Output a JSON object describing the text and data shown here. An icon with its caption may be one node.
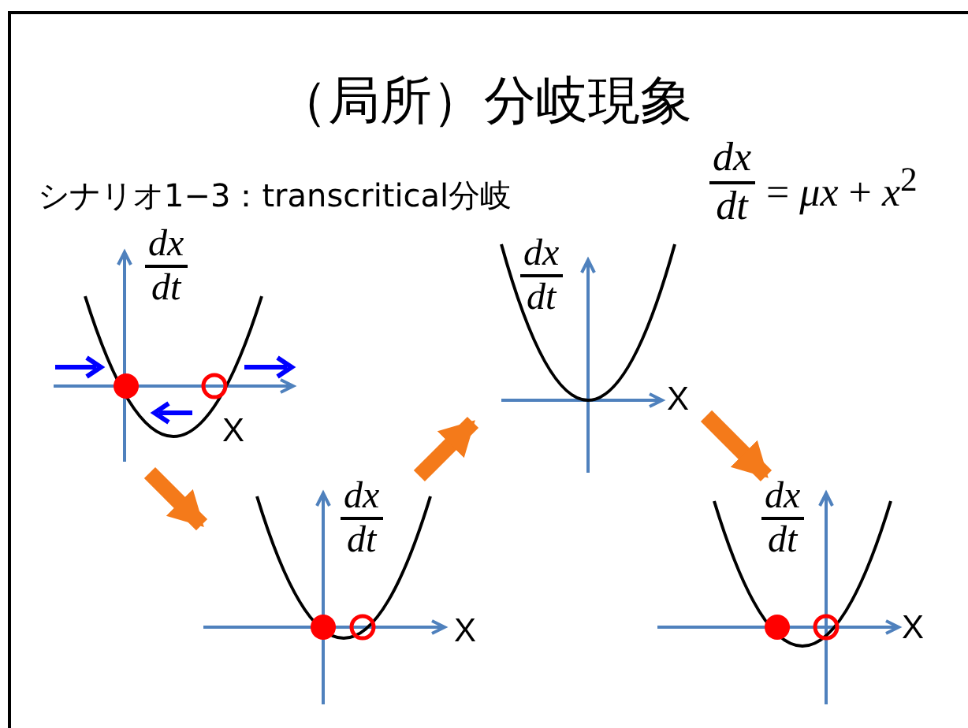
{
  "diagram": {
    "title": "（局所）分岐現象",
    "nodes": [
      {
        "text": [
          "dx",
          "dt",
          "X"
        ]
      },
      {
        "text": [
          "dx",
          "dt",
          "X"
        ]
      },
      {
        "text": [
          "dx",
          "dt",
          "X"
        ]
      },
      {
        "text": [
          "dx",
          "dt",
          "X"
        ]
      }
    ],
    "edges": [
      {
        "from": 0,
        "to": 1,
        "arrow": "to"
      },
      {
        "from": 1,
        "to": 2,
        "arrow": "to"
      },
      {
        "from": 2,
        "to": 3,
        "arrow": "to"
      }
    ],
    "labels": [
      "シナリオ1−3：transcritical分岐",
      "dx",
      "dt",
      "= *μx* + *x*$^{2}$"
    ]
  }
}
